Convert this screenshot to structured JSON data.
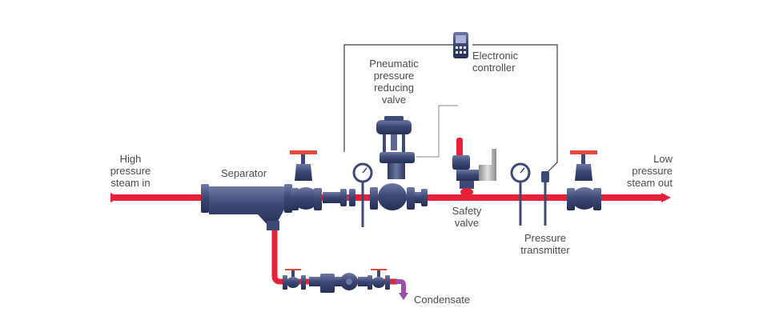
{
  "labels": {
    "high_pressure_in": [
      "High",
      "pressure",
      "steam in"
    ],
    "separator": "Separator",
    "pneumatic_valve": [
      "Pneumatic",
      "pressure",
      "reducing",
      "valve"
    ],
    "electronic_controller": [
      "Electronic",
      "controller"
    ],
    "safety_valve": [
      "Safety",
      "valve"
    ],
    "pressure_transmitter": [
      "Pressure",
      "transmitter"
    ],
    "low_pressure_out": [
      "Low",
      "pressure",
      "steam out"
    ],
    "condensate": "Condensate"
  },
  "icons": [
    "arrow-right-icon",
    "separator-icon",
    "stop-valve-icon",
    "strainer-icon",
    "pressure-gauge-icon",
    "control-valve-icon",
    "safety-valve-icon",
    "transmitter-icon",
    "controller-icon",
    "steam-trap-icon",
    "arrow-down-icon"
  ],
  "colors": {
    "steam_line": "#e8213a",
    "condensate_line": "#9b4fa8",
    "equipment": "#3d4a78",
    "signal_line": "#3a3a3a",
    "handwheel": "#e5483c"
  }
}
